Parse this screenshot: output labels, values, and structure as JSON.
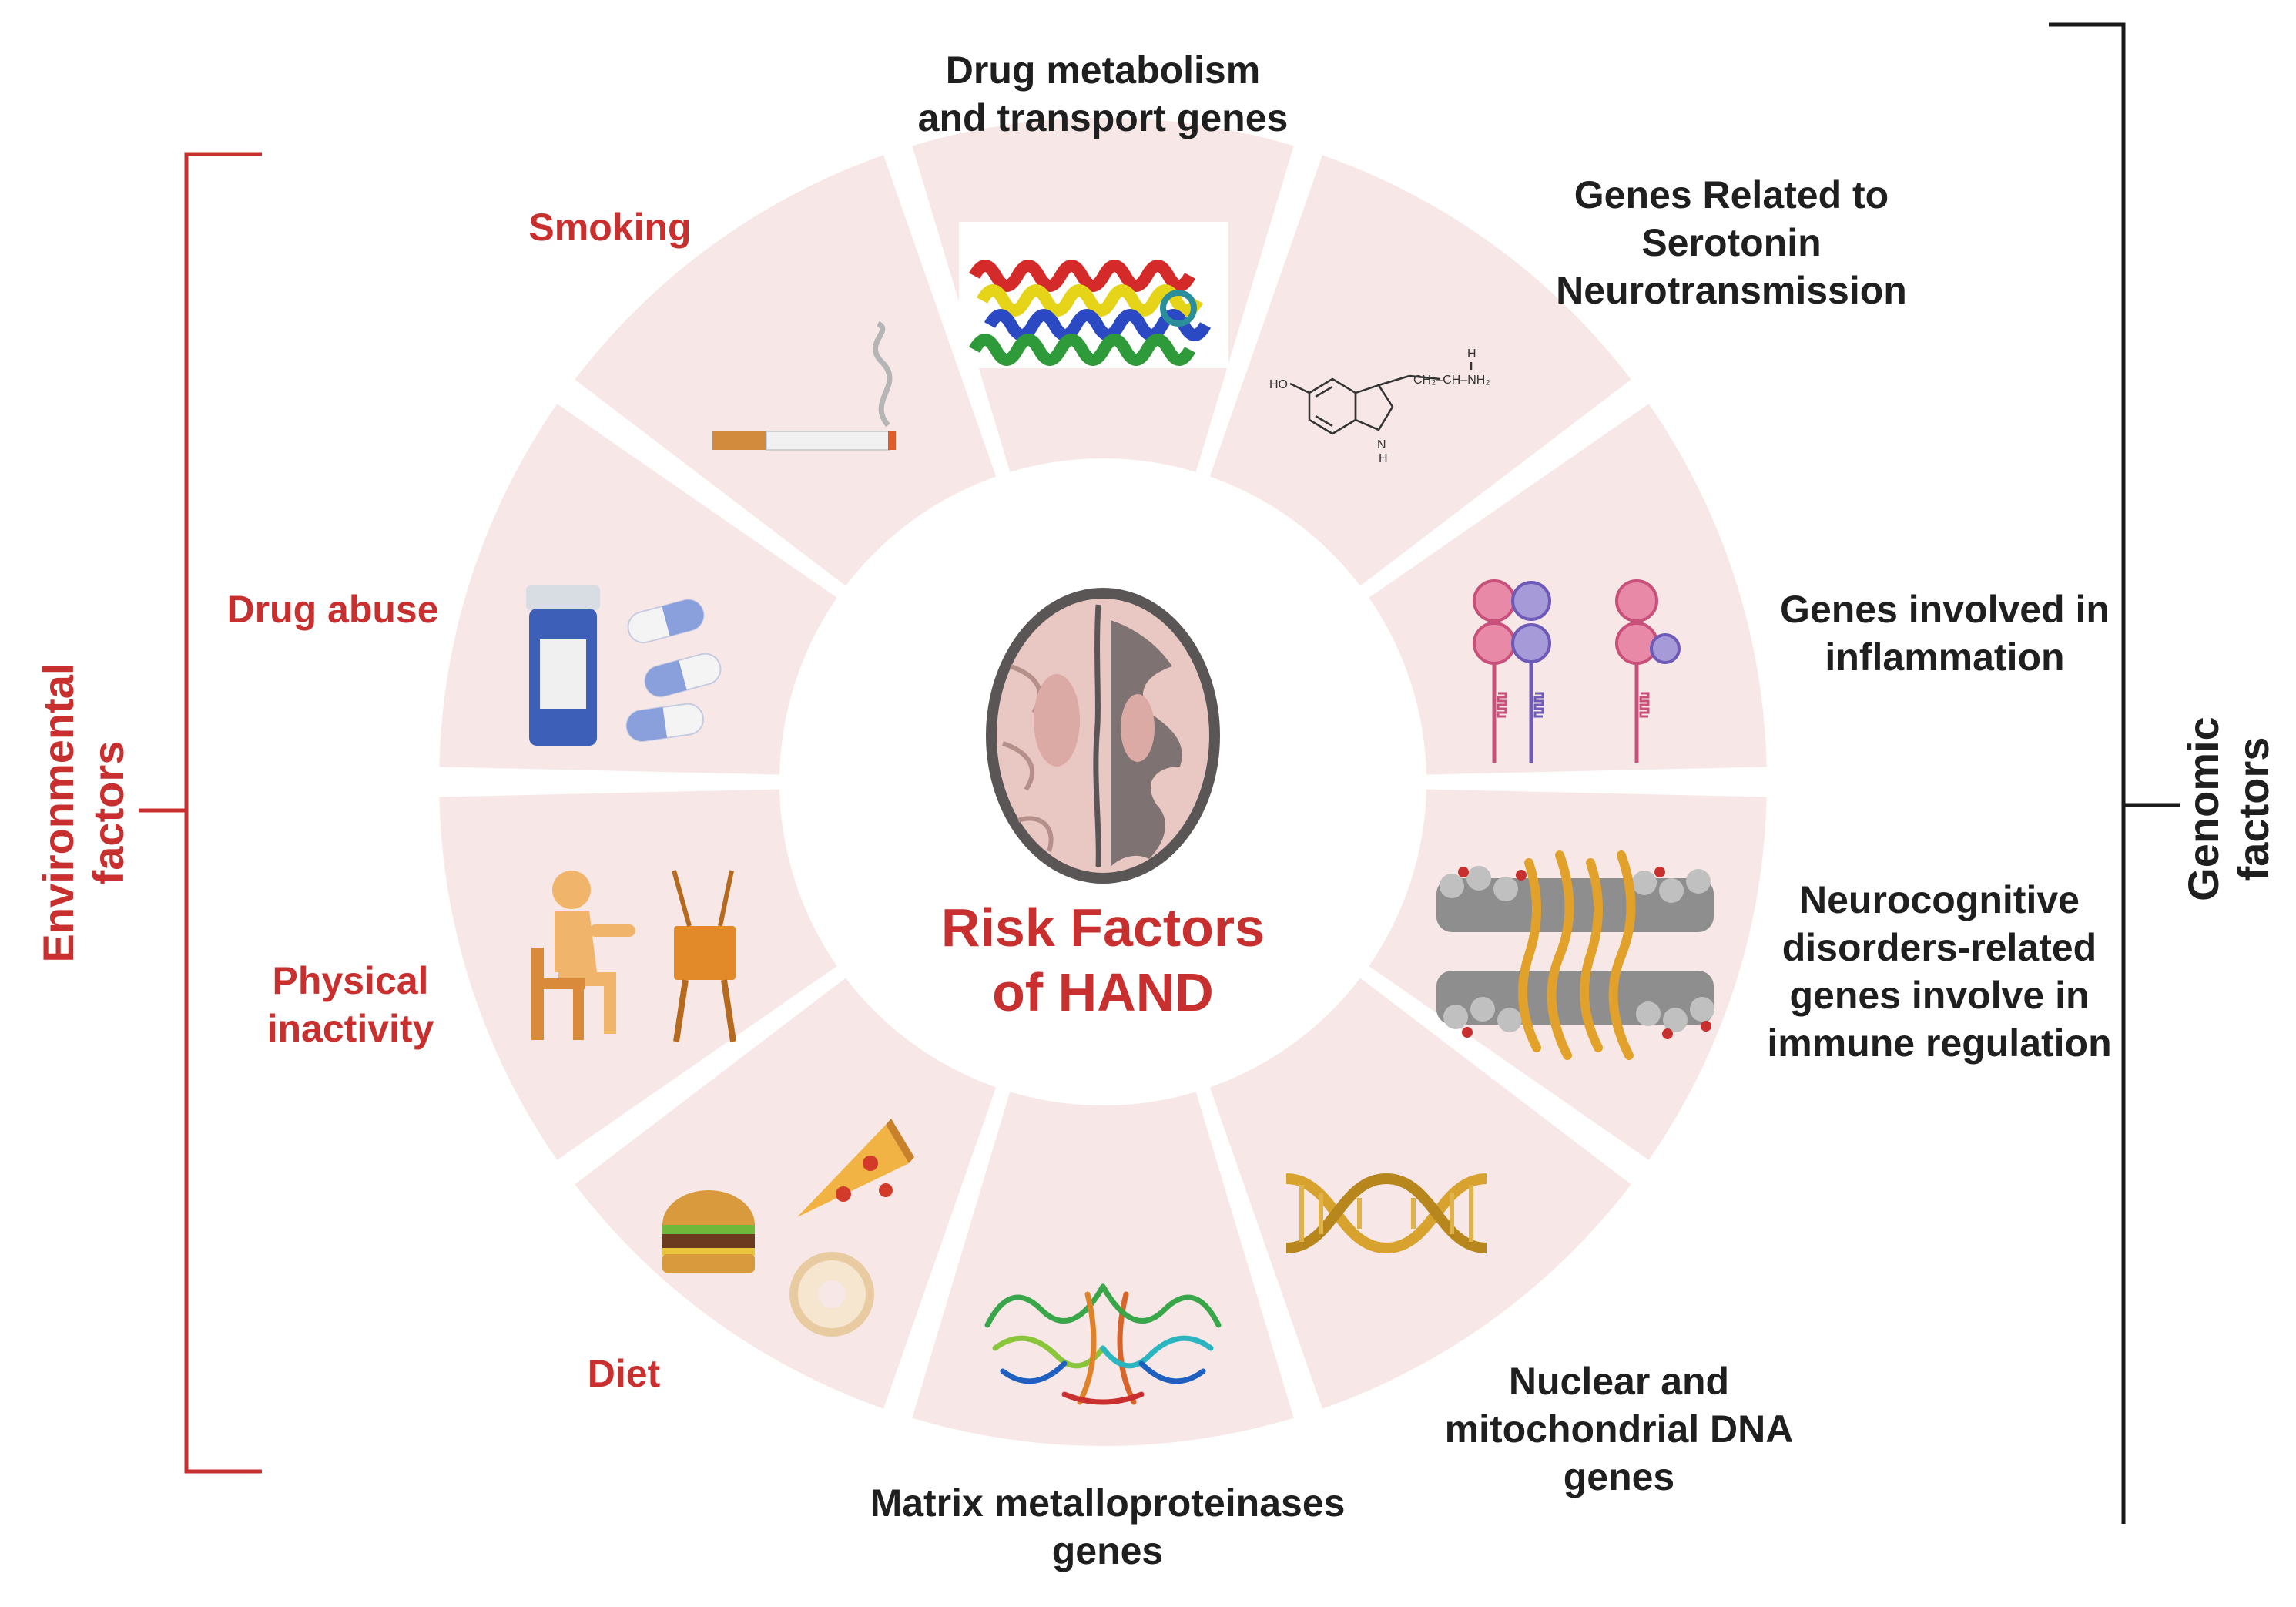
{
  "center": {
    "line1": "Risk Factors",
    "line2": "of HAND"
  },
  "groups": {
    "environmental": {
      "line1": "Environmental",
      "line2": "factors",
      "color": "#c8302f"
    },
    "genomic": {
      "line1": "Genomic",
      "line2": "factors",
      "color": "#1a1a1a"
    }
  },
  "env_factors": [
    {
      "lines": [
        "Smoking"
      ],
      "icon": "cigarette-icon"
    },
    {
      "lines": [
        "Drug abuse"
      ],
      "icon": "pills-icon"
    },
    {
      "lines": [
        "Physical",
        "inactivity"
      ],
      "icon": "sedentary-person-tv-icon"
    },
    {
      "lines": [
        "Diet"
      ],
      "icon": "junk-food-icon"
    }
  ],
  "gen_factors": [
    {
      "lines": [
        "Drug metabolism",
        "and transport genes"
      ],
      "icon": "helix-protein-icon"
    },
    {
      "lines": [
        "Genes Related to",
        "Serotonin",
        "Neurotransmission"
      ],
      "icon": "serotonin-molecule-icon"
    },
    {
      "lines": [
        "Genes involved in",
        "inflammation"
      ],
      "icon": "cytokine-receptor-icon"
    },
    {
      "lines": [
        "Neurocognitive",
        "disorders-related",
        "genes involve in",
        "immune regulation"
      ],
      "icon": "membrane-protein-icon"
    },
    {
      "lines": [
        "Nuclear and",
        "mitochondrial DNA",
        "genes"
      ],
      "icon": "dna-icon"
    },
    {
      "lines": [
        "Matrix metalloproteinases",
        "genes"
      ],
      "icon": "mmp-protein-icon"
    }
  ],
  "molecule": {
    "ho": "HO",
    "n": "N",
    "h": "H",
    "chain": "CH₂–CH–NH₂",
    "h_top": "H"
  },
  "colors": {
    "segment": "#f7e8e7",
    "env_text": "#c8302f",
    "gen_text": "#1f1f1f"
  }
}
